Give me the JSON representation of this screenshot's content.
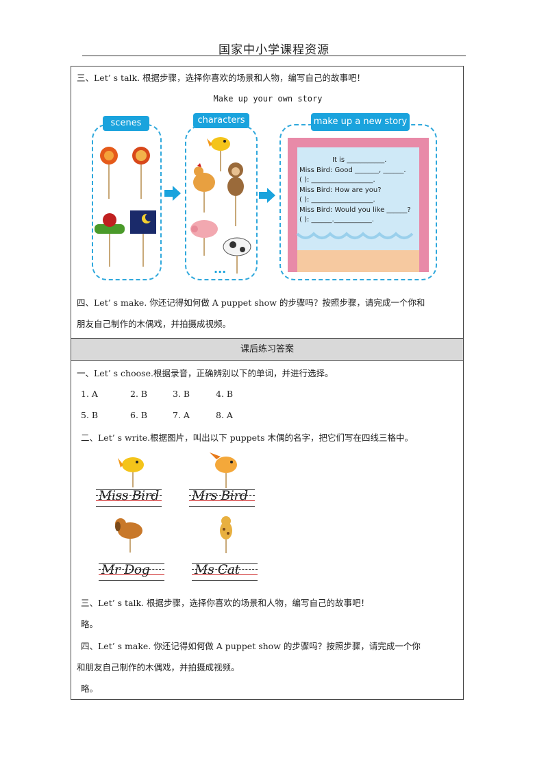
{
  "header": {
    "title": "国家中小学课程资源"
  },
  "section_top": {
    "talk_line": "三、Let’ s talk. 根据步骤，选择你喜欢的场景和人物，编写自己的故事吧！",
    "figure_title": "Make up your own story",
    "tags": {
      "scenes": "scenes",
      "characters": "characters",
      "story": "make up a new story"
    },
    "ellipsis": "...",
    "stage_lines": [
      "It is ___________.",
      "Miss Bird: Good _______, ______.",
      "(          ): __________________.",
      "Miss Bird: How are you?",
      "(          ): __________________.",
      "Miss Bird: Would you like ______?",
      "(          ): ______.___________."
    ],
    "make_line_1": "四、Let’ s make. 你还记得如何做 A puppet show 的步骤吗？按照步骤，请完成一个你和",
    "make_line_2": "朋友自己制作的木偶戏，并拍摄成视频。"
  },
  "band": {
    "title": "课后练习答案"
  },
  "answers": {
    "choose_line": "一、Let’ s choose.根据录音，正确辨别以下的单词，并进行选择。",
    "row1": [
      "1. A",
      "2. B",
      "3. B",
      "4. B"
    ],
    "row2": [
      "5. B",
      "6. B",
      "7. A",
      "8. A"
    ],
    "write_line": "二、Let’ s write.根据图片，叫出以下 puppets 木偶的名字，把它们写在四线三格中。",
    "names": [
      "Miss Bird",
      "Mrs Bird",
      "Mr Dog",
      "Ms Cat"
    ],
    "talk_line": "三、Let’ s talk. 根据步骤，选择你喜欢的场景和人物，编写自己的故事吧！",
    "talk_answer": "略。",
    "make_line_1": "四、Let’ s make. 你还记得如何做 A puppet show 的步骤吗？按照步骤，请完成一个你",
    "make_line_2": "和朋友自己制作的木偶戏，并拍摄成视频。",
    "make_answer": "略。"
  },
  "colors": {
    "accent": "#1aa3dd",
    "band": "#d9d9d9",
    "curtain": "#e88aa8",
    "stage_bg": "#cfe9f7",
    "stage_floor": "#f6c9a0",
    "red_line": "#cc2222"
  }
}
